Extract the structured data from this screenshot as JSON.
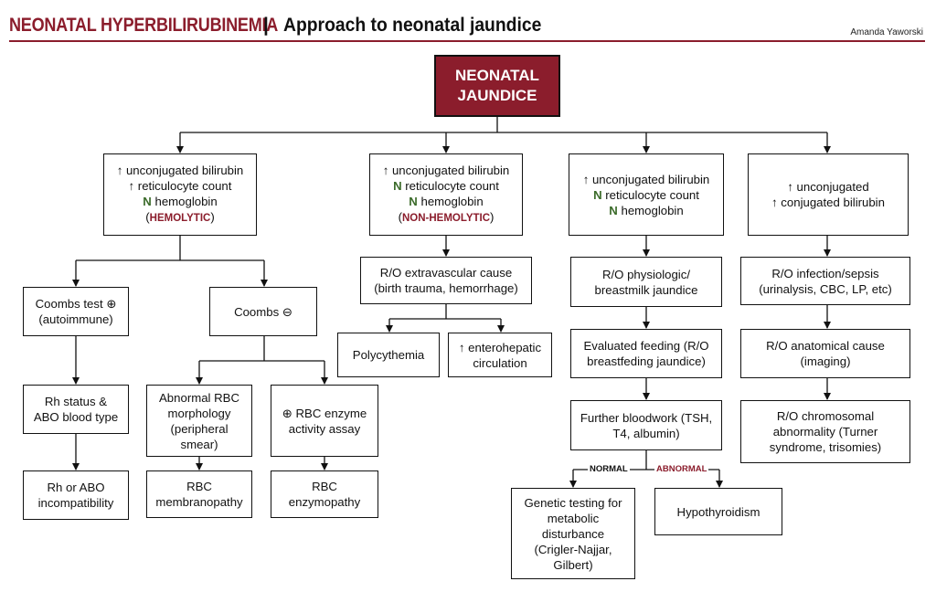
{
  "header": {
    "title_main": "NEONATAL HYPERBILIRUBINEMIA",
    "separator": "|",
    "title_sub": "Approach to neonatal jaundice",
    "author": "Amanda Yaworski"
  },
  "root": {
    "line1": "NEONATAL",
    "line2": "JAUNDICE"
  },
  "col1": {
    "findings": {
      "l1": "↑ unconjugated bilirubin",
      "l2": "↑ reticulocyte count",
      "l3_marker": "N",
      "l3_text": " hemoglobin",
      "l4_open": "(",
      "l4_tag": "HEMOLYTIC",
      "l4_close": ")"
    },
    "coombs_pos": {
      "l1": "Coombs test ⊕",
      "l2": "(autoimmune)"
    },
    "coombs_neg": {
      "l1": "Coombs ⊖"
    },
    "rh_status": {
      "l1": "Rh status &",
      "l2": "ABO blood type"
    },
    "rh_incomp": {
      "l1": "Rh or ABO",
      "l2": "incompatibility"
    },
    "abnormal_rbc": {
      "l1": "Abnormal RBC",
      "l2": "morphology",
      "l3": "(peripheral",
      "l4": "smear)"
    },
    "rbc_membrano": {
      "l1": "RBC",
      "l2": "membranopathy"
    },
    "enzyme_assay": {
      "l1": "⊕ RBC enzyme",
      "l2": "activity assay"
    },
    "rbc_enzymo": {
      "l1": "RBC",
      "l2": "enzymopathy"
    }
  },
  "col2": {
    "findings": {
      "l1": "↑ unconjugated bilirubin",
      "l2_marker": "N",
      "l2_text": " reticulocyte count",
      "l3_marker": "N",
      "l3_text": " hemoglobin",
      "l4_open": "(",
      "l4_tag": "NON-HEMOLYTIC",
      "l4_close": ")"
    },
    "extravascular": {
      "l1": "R/O extravascular cause",
      "l2": "(birth trauma, hemorrhage)"
    },
    "polycythemia": {
      "l1": "Polycythemia"
    },
    "enterohepatic": {
      "l1": "↑ enterohepatic",
      "l2": "circulation"
    }
  },
  "col3": {
    "findings": {
      "l1": "↑ unconjugated bilirubin",
      "l2_marker": "N",
      "l2_text": " reticulocyte count",
      "l3_marker": "N",
      "l3_text": " hemoglobin"
    },
    "physiologic": {
      "l1": "R/O physiologic/",
      "l2": "breastmilk jaundice"
    },
    "feeding": {
      "l1": "Evaluated feeding (R/O",
      "l2": "breastfeding jaundice)"
    },
    "bloodwork": {
      "l1": "Further bloodwork (TSH,",
      "l2": "T4, albumin)"
    },
    "label_normal": "NORMAL",
    "label_abnormal": "ABNORMAL",
    "genetic": {
      "l1": "Genetic testing for",
      "l2": "metabolic",
      "l3": "disturbance",
      "l4": "(Crigler-Najjar,",
      "l5": "Gilbert)"
    },
    "hypothyroidism": {
      "l1": "Hypothyroidism"
    }
  },
  "col4": {
    "findings": {
      "l1": "↑ unconjugated",
      "l2": "↑ conjugated bilirubin"
    },
    "infection": {
      "l1": "R/O infection/sepsis",
      "l2": "(urinalysis, CBC, LP, etc)"
    },
    "anatomical": {
      "l1": "R/O anatomical cause",
      "l2": "(imaging)"
    },
    "chromosomal": {
      "l1": "R/O chromosomal",
      "l2": "abnormality (Turner",
      "l3": "syndrome, trisomies)"
    }
  },
  "colors": {
    "accent": "#8b1d2c",
    "normal_marker": "#3b6b2a",
    "line": "#111111"
  }
}
